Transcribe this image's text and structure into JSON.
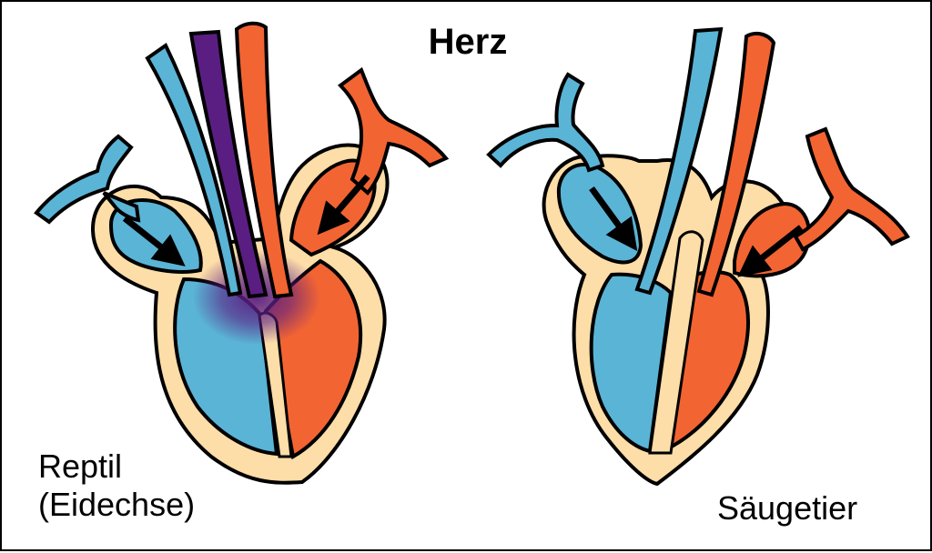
{
  "title": "Herz",
  "reptile": {
    "label_line1": "Reptil",
    "label_line2": "(Eidechse)"
  },
  "mammal": {
    "label": "Säugetier"
  },
  "colors": {
    "deoxygenated": "#5AB4D6",
    "oxygenated": "#F36433",
    "mixed": "#5A1E82",
    "wall": "#FDDDA8",
    "outline": "#000000"
  }
}
